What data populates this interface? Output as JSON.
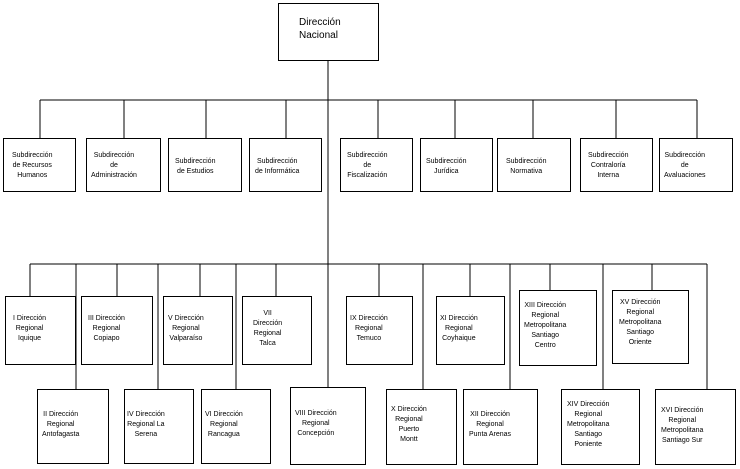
{
  "org_chart": {
    "root": {
      "label": "Dirección\nNacional"
    },
    "subdirecciones": [
      {
        "label": "Subdirección\nde Recursos\nHumanos"
      },
      {
        "label": "Subdirección\nde\nAdministración"
      },
      {
        "label": "Subdirección\nde Estudios"
      },
      {
        "label": "Subdirección\nde Informática"
      },
      {
        "label": "Subdirección\nde\nFiscalización"
      },
      {
        "label": "Subdirección\nJurídica"
      },
      {
        "label": "Subdirección\nNormativa"
      },
      {
        "label": "Subdirección\nContraloría\nInterna"
      },
      {
        "label": "Subdirección\nde\nAvaluaciones"
      }
    ],
    "regionales": [
      {
        "label": "I Dirección\nRegional\nIquique"
      },
      {
        "label": "III Dirección\nRegional\nCopiapo"
      },
      {
        "label": "V Dirección\nRegional\nValparaíso"
      },
      {
        "label": "VII\nDirección\nRegional\nTalca"
      },
      {
        "label": "IX Dirección\nRegional\nTemuco"
      },
      {
        "label": "XI Dirección\nRegional\nCoyhaique"
      },
      {
        "label": "XIII Dirección\nRegional\nMetropolitana\nSantiago\nCentro"
      },
      {
        "label": "XV Dirección\nRegional\nMetropolitana\nSantiago\nOriente"
      },
      {
        "label": "II Dirección\nRegional\nAntofagasta"
      },
      {
        "label": "IV Dirección\nRegional La\nSerena"
      },
      {
        "label": "VI Dirección\nRegional\nRancagua"
      },
      {
        "label": "VIII Dirección\nRegional\nConcepción"
      },
      {
        "label": "X Dirección\nRegional\nPuerto\nMontt"
      },
      {
        "label": "XII Dirección\nRegional\nPunta Arenas"
      },
      {
        "label": "XIV Dirección\nRegional\nMetropolitana\nSantiago\nPoniente"
      },
      {
        "label": "XVI Dirección\nRegional\nMetropolitana\nSantiago Sur"
      }
    ]
  }
}
